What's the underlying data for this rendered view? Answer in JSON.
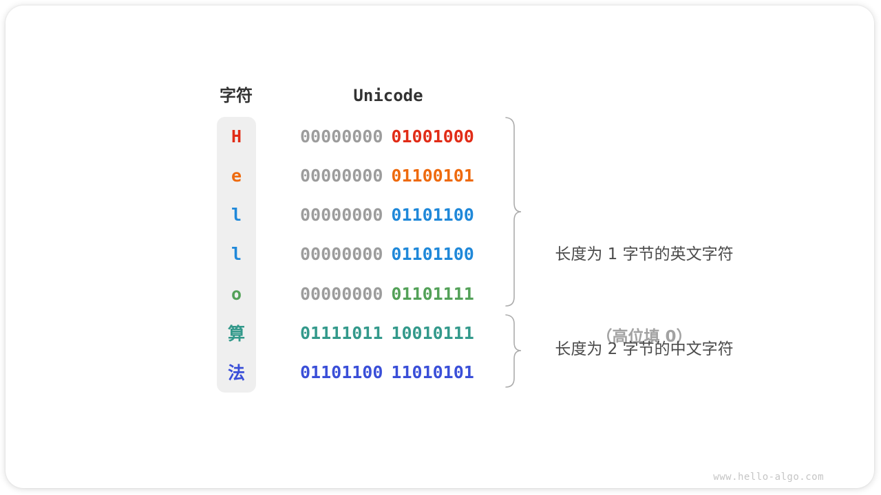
{
  "header": {
    "char_label": "字符",
    "unicode_label": "Unicode"
  },
  "rows": [
    {
      "char": "H",
      "color": "#e12c17",
      "bytes": [
        {
          "bits": "00000000",
          "color": "#9c9c9c"
        },
        {
          "bits": "01001000",
          "color": "#e12c17"
        }
      ]
    },
    {
      "char": "e",
      "color": "#ee6a0e",
      "bytes": [
        {
          "bits": "00000000",
          "color": "#9c9c9c"
        },
        {
          "bits": "01100101",
          "color": "#ee6a0e"
        }
      ]
    },
    {
      "char": "l",
      "color": "#1f88d9",
      "bytes": [
        {
          "bits": "00000000",
          "color": "#9c9c9c"
        },
        {
          "bits": "01101100",
          "color": "#1f88d9"
        }
      ]
    },
    {
      "char": "l",
      "color": "#1f88d9",
      "bytes": [
        {
          "bits": "00000000",
          "color": "#9c9c9c"
        },
        {
          "bits": "01101100",
          "color": "#1f88d9"
        }
      ]
    },
    {
      "char": "o",
      "color": "#53a158",
      "bytes": [
        {
          "bits": "00000000",
          "color": "#9c9c9c"
        },
        {
          "bits": "01101111",
          "color": "#53a158"
        }
      ]
    },
    {
      "char": "算",
      "color": "#33998b",
      "bytes": [
        {
          "bits": "01111011",
          "color": "#33998b"
        },
        {
          "bits": "10010111",
          "color": "#33998b"
        }
      ]
    },
    {
      "char": "法",
      "color": "#3a4fd8",
      "bytes": [
        {
          "bits": "01101100",
          "color": "#3a4fd8"
        },
        {
          "bits": "11010101",
          "color": "#3a4fd8"
        }
      ]
    }
  ],
  "annotations": {
    "english": {
      "line1": "长度为 1 字节的英文字符",
      "line2": "（高位填 0）"
    },
    "chinese": {
      "line1": "长度为 2 字节的中文字符"
    }
  },
  "watermark": "www.hello-algo.com",
  "colors": {
    "leading_zero_gray": "#9c9c9c",
    "column_background": "#efefef",
    "annotation_text": "#4b4b4b",
    "annotation_muted": "#a2a2a2",
    "brace_stroke": "#ababab"
  }
}
